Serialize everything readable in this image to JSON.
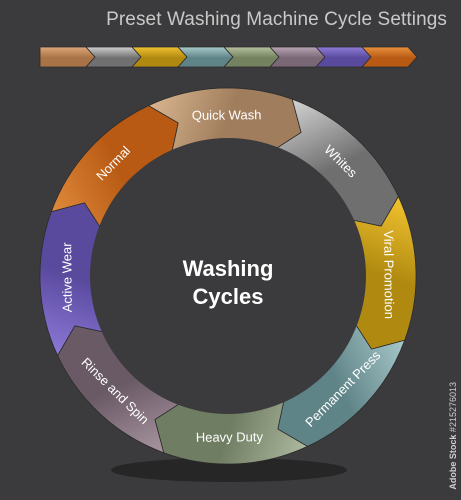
{
  "title": "Preset Washing Machine Cycle Settings",
  "center_label": [
    "Washing",
    "Cycles"
  ],
  "cycles": [
    {
      "label": "Normal",
      "color": "#b85a14",
      "light": "#e08a3c"
    },
    {
      "label": "Quick Wash",
      "color": "#a07d5c",
      "light": "#d9b690"
    },
    {
      "label": "Whites",
      "color": "#6f6f6f",
      "light": "#d4d4d4"
    },
    {
      "label": "Viral Promotion",
      "color": "#b08a10",
      "light": "#f2c230"
    },
    {
      "label": "Permanent Press",
      "color": "#5f8488",
      "light": "#a8c8ca"
    },
    {
      "label": "Heavy Duty",
      "color": "#6f7d63",
      "light": "#aeb99e"
    },
    {
      "label": "Rinse and Spin",
      "color": "#6a5a66",
      "light": "#a895a0"
    },
    {
      "label": "Active Wear",
      "color": "#5a4a9e",
      "light": "#8c78d8"
    }
  ],
  "header_bar_colors": [
    {
      "color": "#a87346",
      "light": "#dca678"
    },
    {
      "color": "#707070",
      "light": "#cfcfcf"
    },
    {
      "color": "#b08a10",
      "light": "#f0c030"
    },
    {
      "color": "#5f8488",
      "light": "#a9cacc"
    },
    {
      "color": "#74825f",
      "light": "#b4c09e"
    },
    {
      "color": "#7a6876",
      "light": "#b8a4b2"
    },
    {
      "color": "#5a4a9e",
      "light": "#8e7cd8"
    },
    {
      "color": "#b85a14",
      "light": "#e8903c"
    }
  ],
  "watermark": {
    "brand": "Adobe Stock",
    "id": "#215276013"
  }
}
